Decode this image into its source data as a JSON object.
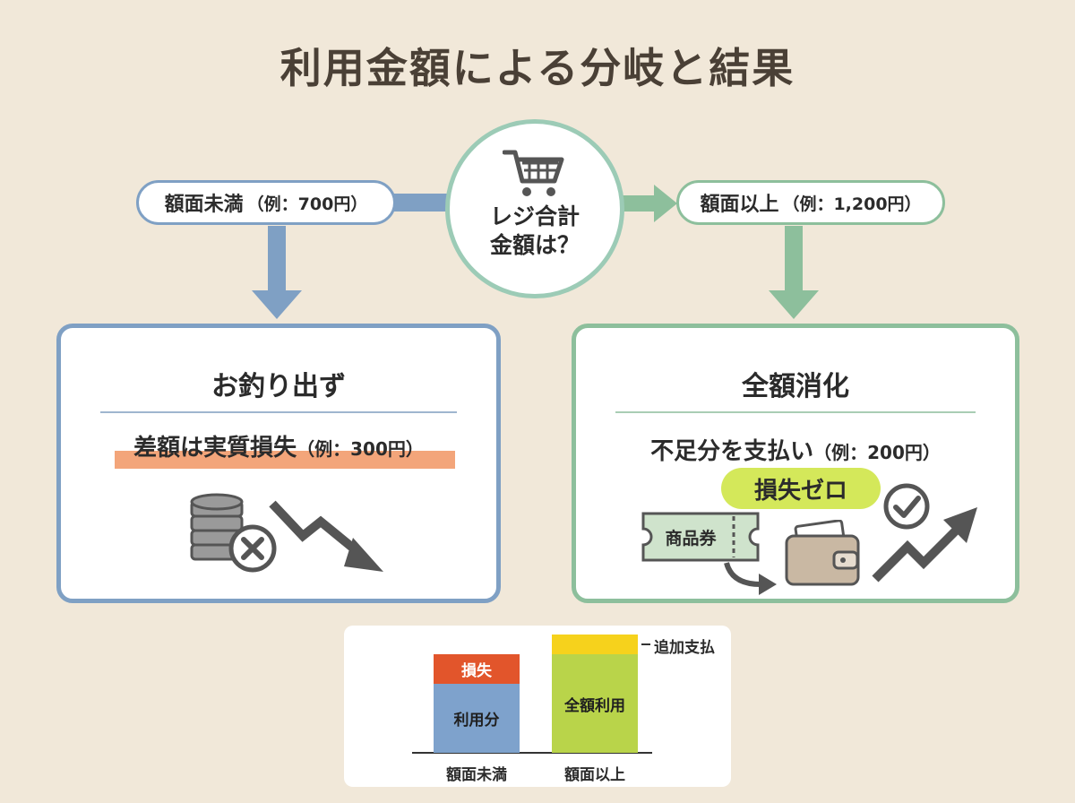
{
  "title": "利用金額による分岐と結果",
  "center": {
    "line1": "レジ合計",
    "line2": "金額は？",
    "icon": "shopping-cart-icon"
  },
  "left_branch": {
    "label": "額面未満",
    "example": "（例：700円）",
    "color": "#7fa0c4",
    "result_title": "お釣り出ず",
    "result_main": "差額は実質損失",
    "result_example": "（例：300円）",
    "highlight_color": "#f3a57a",
    "icons": [
      "coin-stack-icon",
      "cross-icon",
      "down-trend-arrow-icon"
    ]
  },
  "right_branch": {
    "label": "額面以上",
    "example": "（例：1,200円）",
    "color": "#8dbf9c",
    "result_title": "全額消化",
    "result_main": "不足分を支払い",
    "result_example": "（例：200円）",
    "badge": "損失ゼロ",
    "badge_color": "#d4e85a",
    "ticket_label": "商品券",
    "icons": [
      "voucher-ticket-icon",
      "wallet-icon",
      "check-circle-icon",
      "up-trend-arrow-icon"
    ]
  },
  "chart_data": {
    "type": "bar",
    "stacked": true,
    "categories": [
      "額面未満",
      "額面以上"
    ],
    "series": [
      {
        "name": "利用分",
        "values": [
          700,
          0
        ],
        "color": "#7ea2cc"
      },
      {
        "name": "損失",
        "values": [
          300,
          0
        ],
        "color": "#e2552b"
      },
      {
        "name": "全額利用",
        "values": [
          0,
          1000
        ],
        "color": "#b9d44a"
      },
      {
        "name": "追加支払",
        "values": [
          0,
          200
        ],
        "color": "#f6d21c"
      }
    ],
    "annotation": "追加支払",
    "ylim": [
      0,
      1200
    ],
    "grid": false,
    "legend": "none"
  }
}
